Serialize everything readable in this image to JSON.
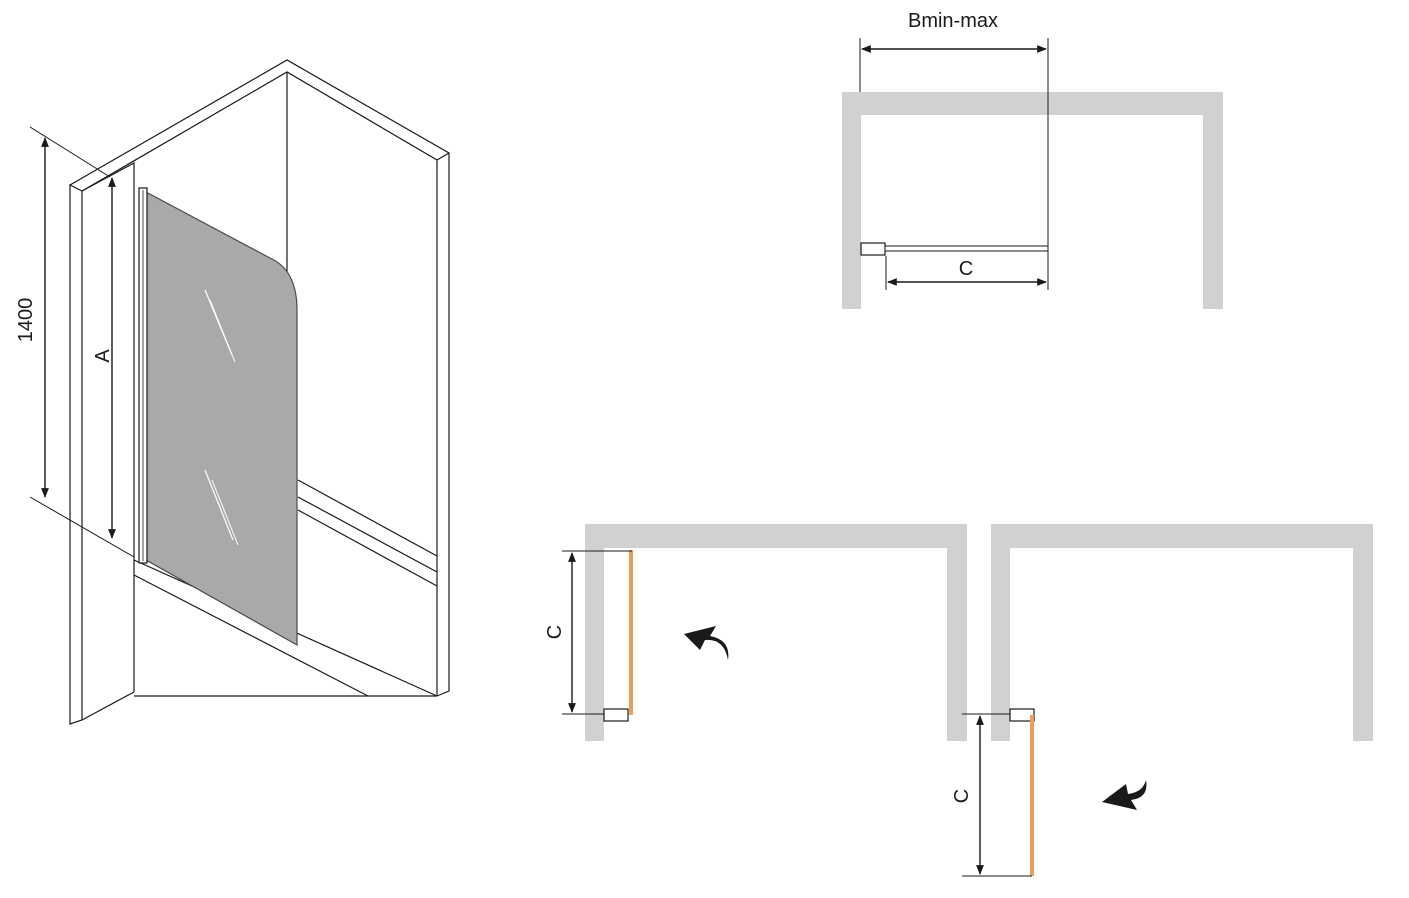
{
  "labels": {
    "height": "1400",
    "a": "A",
    "b_range": "Bmin-max",
    "c_top": "C",
    "c_left": "C",
    "c_right": "C"
  },
  "colors": {
    "wall": "#d0d2d2",
    "glass_fill": "#a9a9a9",
    "glass_edge": "#e8a05a",
    "ink": "#1a1a1a"
  },
  "icons": {
    "swing_left": "curved-arrow-icon",
    "swing_right": "curved-arrow-icon"
  }
}
